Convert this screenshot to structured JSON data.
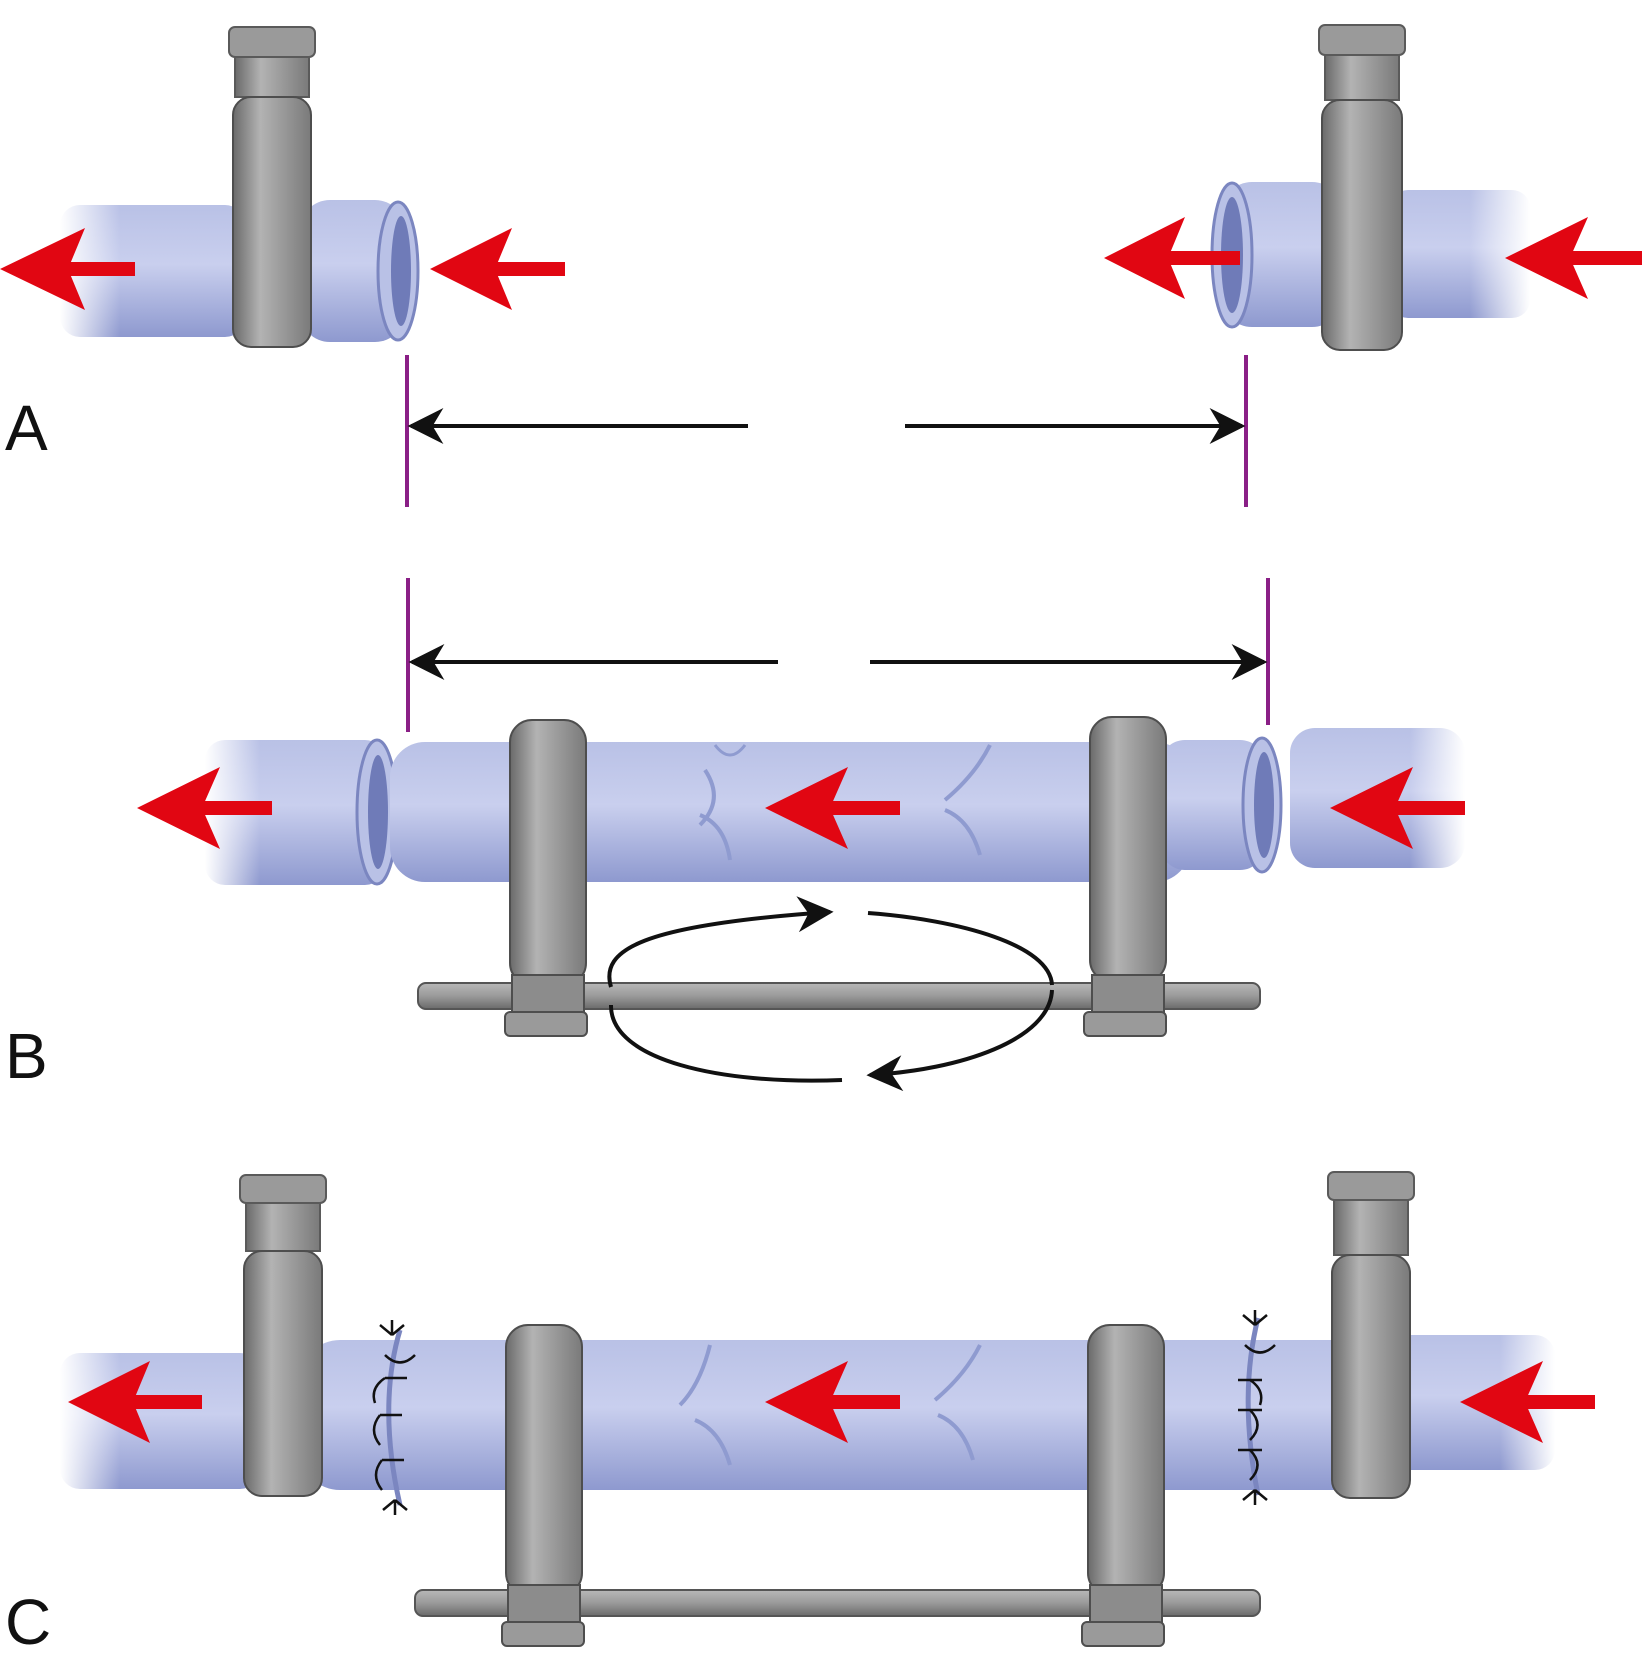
{
  "panels": [
    {
      "id": "A",
      "label": "A"
    },
    {
      "id": "B",
      "label": "B"
    },
    {
      "id": "C",
      "label": "C"
    }
  ],
  "colors": {
    "vessel": "#a7b1dd",
    "vessel_light": "#c9cfee",
    "vessel_dark": "#6f7bb8",
    "clamp": "#8c8c8c",
    "clamp_light": "#b5b5b5",
    "clamp_dark": "#4e4e4e",
    "flow_arrow": "#e10612",
    "measure_line": "#8a1f86",
    "dimension_arrow": "#111111"
  },
  "icons": {
    "flow": "red-flow-arrow-icon",
    "rotation": "rotation-arrow-icon",
    "suture": "suture-stitch-icon"
  }
}
